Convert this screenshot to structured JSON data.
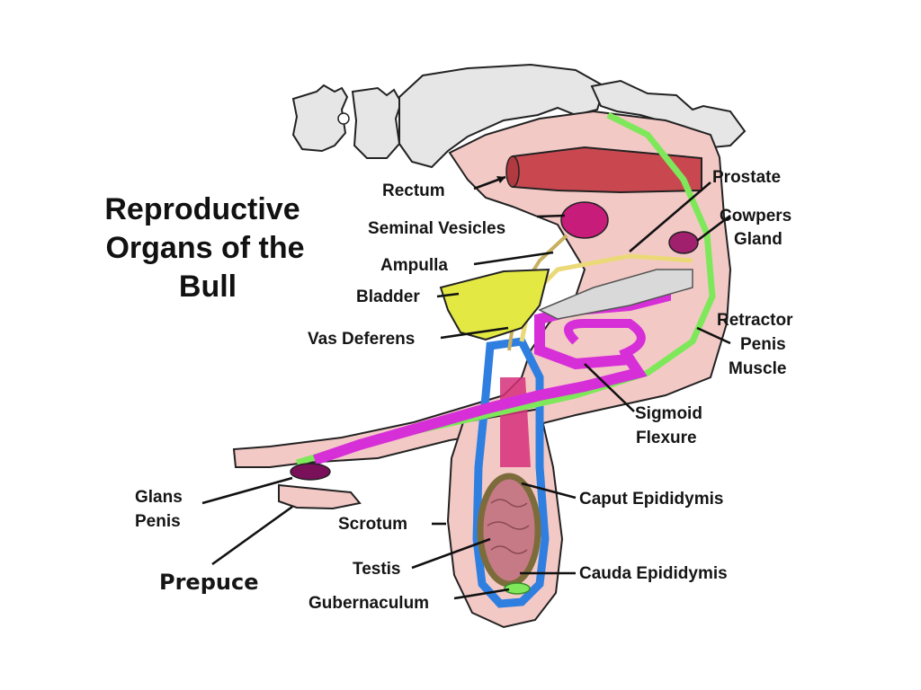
{
  "title": {
    "line1": "Reproductive",
    "line2": "Organs of the",
    "line3": "Bull"
  },
  "labels": {
    "rectum": "Rectum",
    "seminal_vesicles": "Seminal Vesicles",
    "ampulla": "Ampulla",
    "bladder": "Bladder",
    "vas_deferens": "Vas Deferens",
    "prostate": "Prostate",
    "cowpers_line1": "Cowpers",
    "cowpers_line2": "Gland",
    "retractor_line1": "Retractor",
    "retractor_line2": "Penis",
    "retractor_line3": "Muscle",
    "sigmoid_line1": "Sigmoid",
    "sigmoid_line2": "Flexure",
    "glans_line1": "Glans",
    "glans_line2": "Penis",
    "prepuce": "Prepuce",
    "scrotum": "Scrotum",
    "testis": "Testis",
    "gubernaculum": "Gubernaculum",
    "caput": "Caput Epididymis",
    "cauda": "Cauda Epididymis"
  },
  "colors": {
    "bone": "#e6e6e6",
    "tissue": "#f3c9c6",
    "rectum": "#c9484f",
    "seminal_vesicles": "#c81c7a",
    "bladder": "#e3e842",
    "penis": "#d62fd8",
    "retractor": "#7ee85a",
    "vas": "#ebd978",
    "blue_layer": "#2f7fe0",
    "testis": "#c67a86",
    "epididymis": "#7d6c3b"
  }
}
